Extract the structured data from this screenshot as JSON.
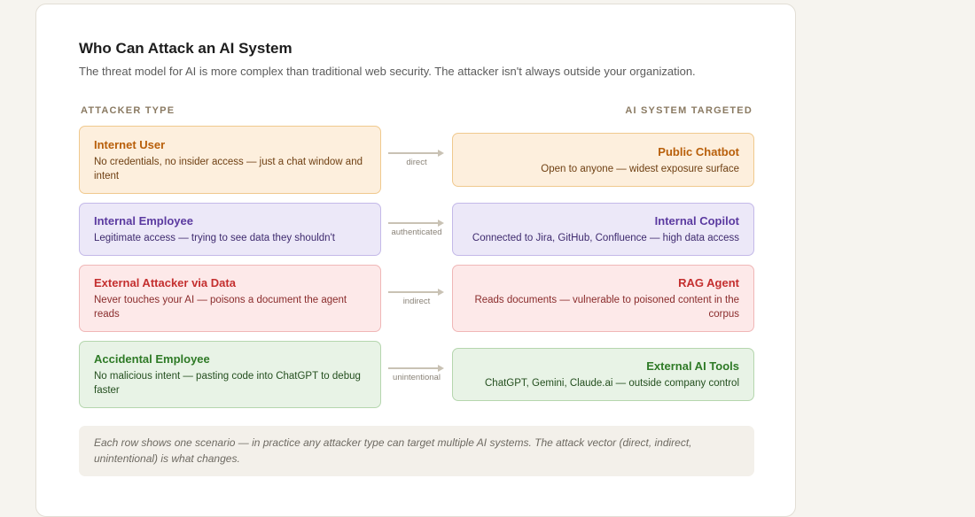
{
  "title": "Who Can Attack an AI System",
  "subtitle": "The threat model for AI is more complex than traditional web security. The attacker isn't always outside your organization.",
  "columns": {
    "left": "ATTACKER TYPE",
    "right": "AI SYSTEM TARGETED"
  },
  "rows": [
    {
      "attacker": {
        "name": "Internet User",
        "desc": "No credentials, no insider access — just a chat window and intent"
      },
      "vector": "direct",
      "target": {
        "name": "Public Chatbot",
        "desc": "Open to anyone — widest exposure surface"
      },
      "color": "#b85f0a"
    },
    {
      "attacker": {
        "name": "Internal Employee",
        "desc": "Legitimate access — trying to see data they shouldn't"
      },
      "vector": "authenticated",
      "target": {
        "name": "Internal Copilot",
        "desc": "Connected to Jira, GitHub, Confluence — high data access"
      },
      "color": "#5b3aa0"
    },
    {
      "attacker": {
        "name": "External Attacker via Data",
        "desc": "Never touches your AI — poisons a document the agent reads"
      },
      "vector": "indirect",
      "target": {
        "name": "RAG Agent",
        "desc": "Reads documents — vulnerable to poisoned content in the corpus"
      },
      "color": "#c42f2f"
    },
    {
      "attacker": {
        "name": "Accidental Employee",
        "desc": "No malicious intent — pasting code into ChatGPT to debug faster"
      },
      "vector": "unintentional",
      "target": {
        "name": "External AI Tools",
        "desc": "ChatGPT, Gemini, Claude.ai — outside company control"
      },
      "color": "#2e7a26"
    }
  ],
  "note": "Each row shows one scenario — in practice any attacker type can target multiple AI systems. The attack vector (direct, indirect, unintentional) is what changes."
}
